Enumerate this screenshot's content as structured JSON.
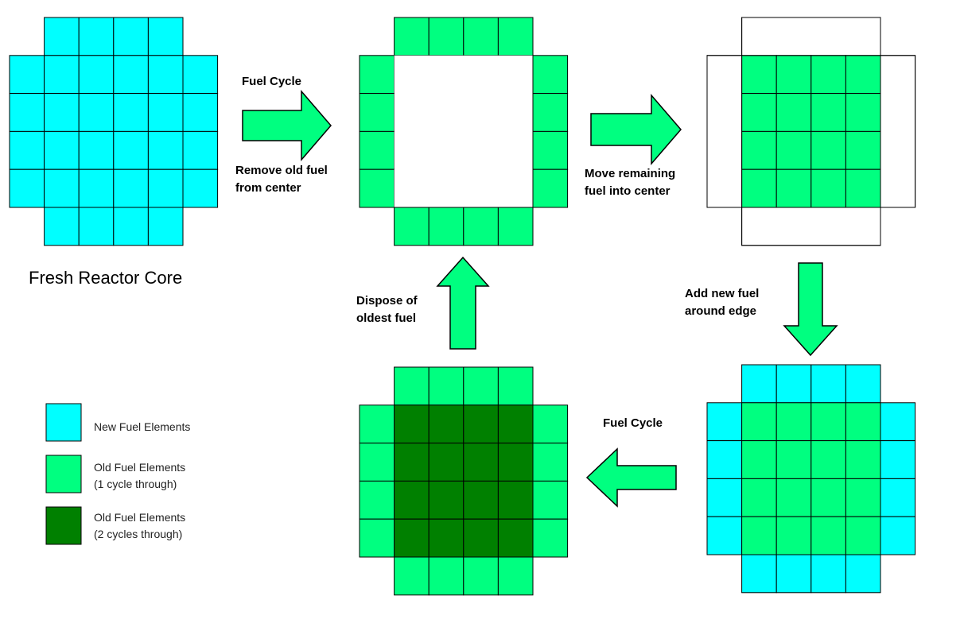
{
  "title": "Fresh Reactor Core",
  "colors": {
    "new_fuel": "#00ffff",
    "old_fuel_1": "#00ff80",
    "old_fuel_2": "#008000",
    "empty": "#ffffff",
    "outline": "#000000"
  },
  "step_labels": {
    "fuel_cycle_top": "Fuel Cycle",
    "remove_1": "Remove old fuel",
    "remove_2": "from center",
    "move_1": "Move remaining",
    "move_2": "fuel into center",
    "add_1": "Add new fuel",
    "add_2": "around edge",
    "fuel_cycle_bottom": "Fuel Cycle",
    "dispose_1": "Dispose of",
    "dispose_2": "oldest fuel"
  },
  "legend": [
    {
      "color_key": "new_fuel",
      "line1": "New Fuel Elements",
      "line2": ""
    },
    {
      "color_key": "old_fuel_1",
      "line1": "Old Fuel Elements",
      "line2": "(1 cycle through)"
    },
    {
      "color_key": "old_fuel_2",
      "line1": "Old Fuel Elements",
      "line2": "(2 cycles through)"
    }
  ],
  "cores": [
    {
      "name": "fresh-core",
      "grid": [
        "XNNNNX",
        "NNNNNN",
        "NNNNNN",
        "NNNNNN",
        "NNNNNN",
        "XNNNNX"
      ]
    },
    {
      "name": "center-removed-core",
      "grid": [
        "X1111X",
        "1EEEE1",
        "1EEEE1",
        "1EEEE1",
        "1EEEE1",
        "X1111X"
      ]
    },
    {
      "name": "shifted-core",
      "grid": [
        "XEEEEX",
        "E1111E",
        "E1111E",
        "E1111E",
        "E1111E",
        "XEEEEX"
      ]
    },
    {
      "name": "refueled-core",
      "grid": [
        "XNNNNX",
        "N1111N",
        "N1111N",
        "N1111N",
        "N1111N",
        "XNNNNX"
      ]
    },
    {
      "name": "second-cycle-core",
      "grid": [
        "X1111X",
        "122221",
        "122221",
        "122221",
        "122221",
        "X1111X"
      ]
    }
  ]
}
